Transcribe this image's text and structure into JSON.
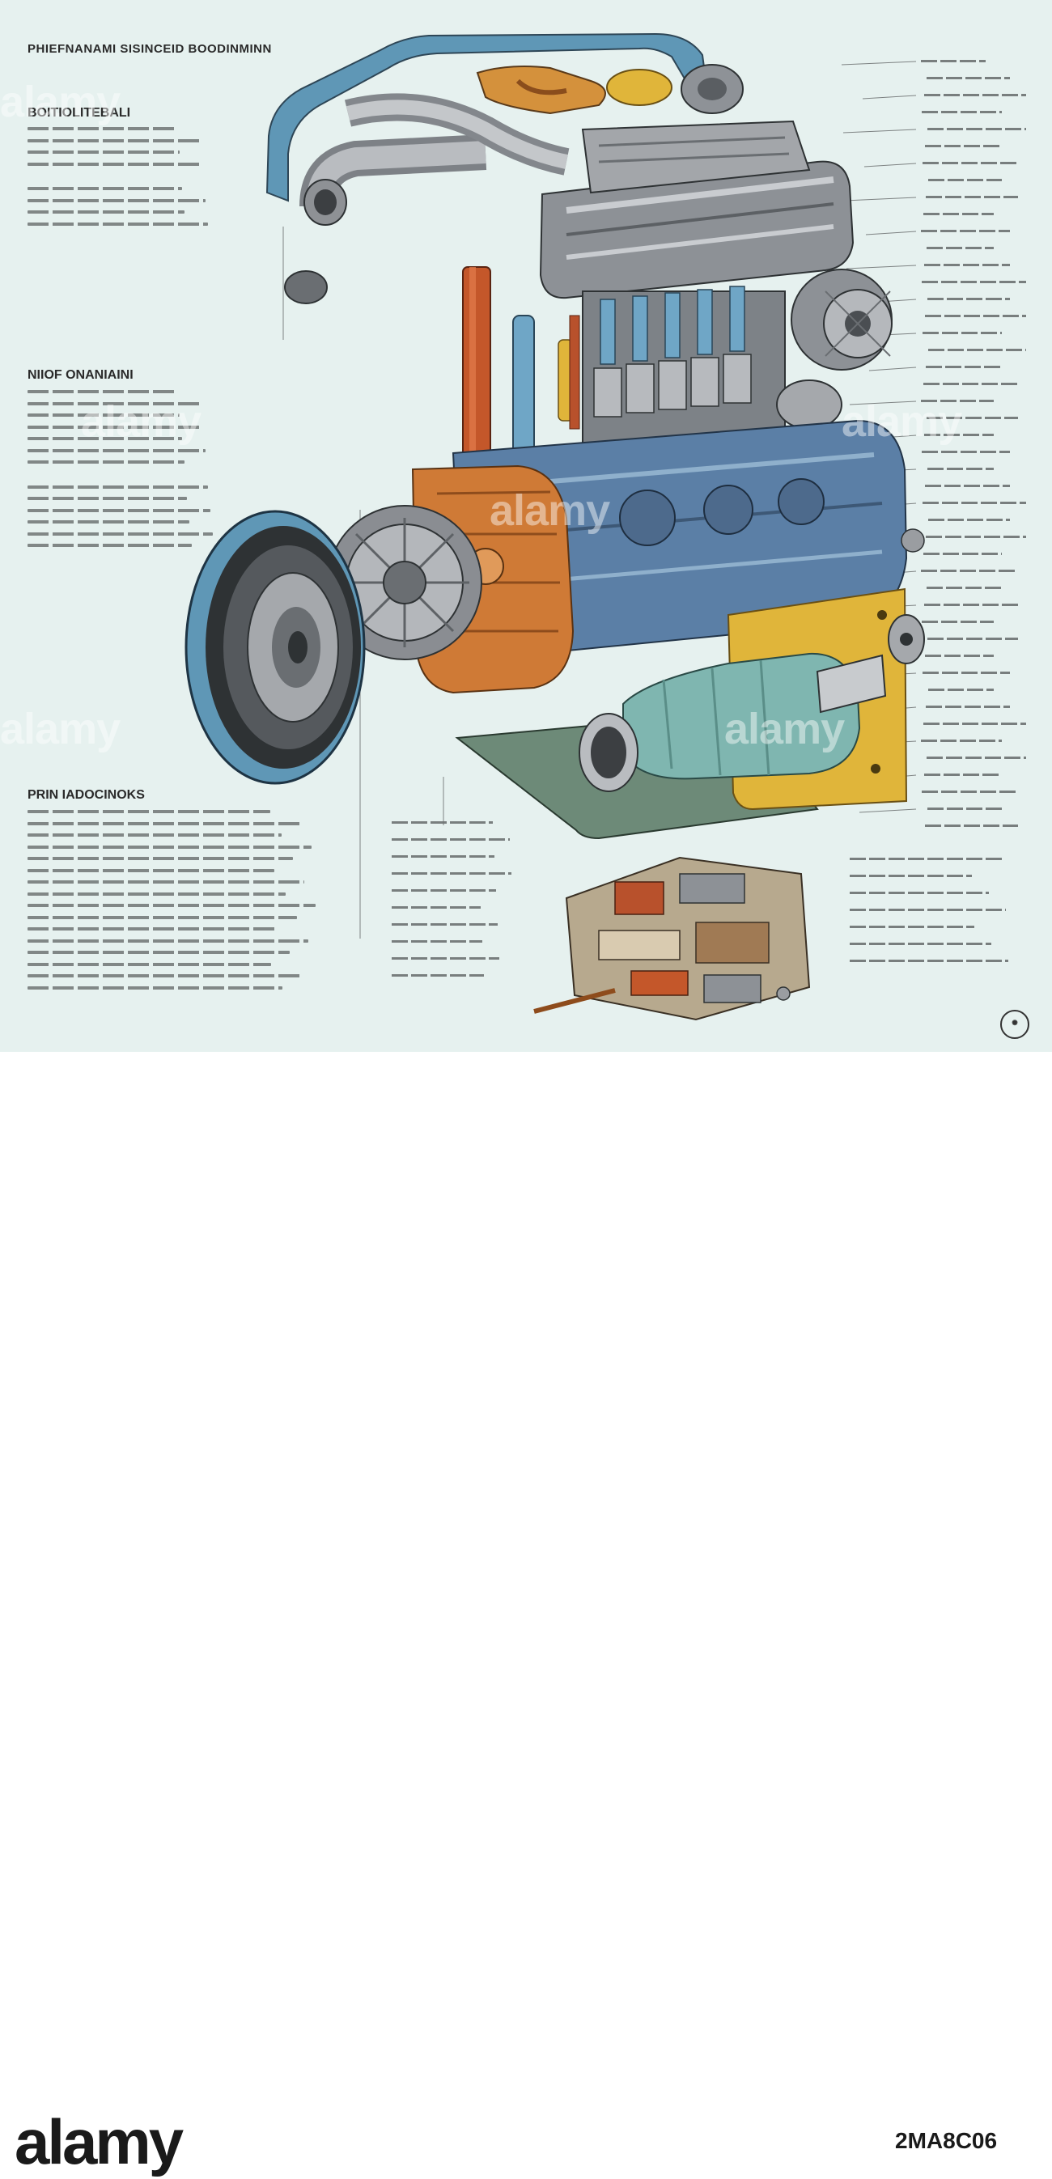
{
  "poster": {
    "background": "#e6f1ef",
    "title": "PHIEFNANAMI SISINCEID BOODINMINN",
    "sections": [
      {
        "heading": "BOITIOLITEBALI",
        "lines": 8
      },
      {
        "heading": "NIIOF ONANIAINI",
        "lines": 13
      },
      {
        "heading": "PRIN IADOCINOKS",
        "lines": 16
      }
    ],
    "watermark_text": "alamy"
  },
  "engine": {
    "colors": {
      "blue_cover": "#5f97b6",
      "orange": "#cf7a36",
      "rust": "#b8512c",
      "yellow": "#e0b53a",
      "teal": "#7fb6b0",
      "green_plate": "#6d8a78",
      "steel": "#9c9ea2",
      "dark": "#2e3234"
    }
  },
  "footer": {
    "logo": "alamy",
    "stock_id": "2MA8C06"
  }
}
